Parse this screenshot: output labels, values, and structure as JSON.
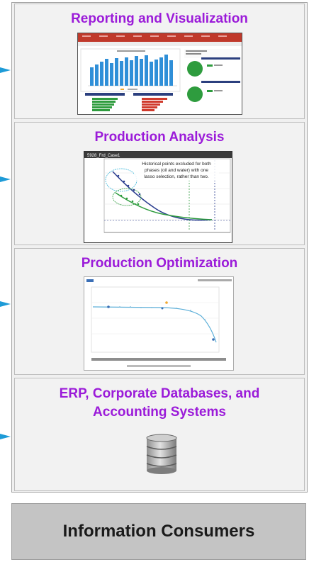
{
  "panels": [
    {
      "title": "Reporting and Visualization"
    },
    {
      "title": "Production Analysis",
      "window_title": "5928_Frd_Case1",
      "annotation_lines": [
        "Historical points excluded for both",
        "phases (oil and water) with one",
        "lasso selection, rather than two."
      ]
    },
    {
      "title": "Production Optimization"
    },
    {
      "title_line1": "ERP, Corporate Databases, and",
      "title_line2": "Accounting Systems"
    }
  ],
  "footer": {
    "label": "Information Consumers"
  },
  "colors": {
    "title": "#9b1bd9",
    "arrow": "#1e9bd7",
    "bar": "#2f8fd8",
    "green": "#2e9c3e",
    "red": "#d03a2c"
  },
  "icons": [
    "database-icon"
  ]
}
